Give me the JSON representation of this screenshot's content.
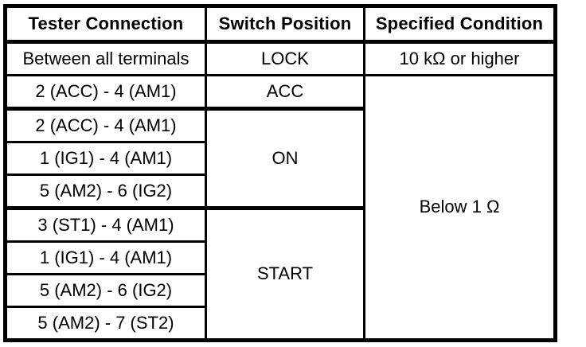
{
  "colors": {
    "background": "#ffffff",
    "text": "#000000",
    "border": "#000000"
  },
  "table": {
    "headers": [
      "Tester Connection",
      "Switch Position",
      "Specified Condition"
    ],
    "rows": [
      {
        "connection": "Between all terminals",
        "position": "LOCK",
        "condition": "10 kΩ or higher"
      },
      {
        "connection": "2 (ACC) - 4 (AM1)",
        "position": "ACC",
        "condition": "Below 1 Ω"
      },
      {
        "connection": "2 (ACC) - 4 (AM1)",
        "position": "ON"
      },
      {
        "connection": "1 (IG1) - 4 (AM1)"
      },
      {
        "connection": "5 (AM2) - 6 (IG2)"
      },
      {
        "connection": "3 (ST1) - 4 (AM1)",
        "position": "START"
      },
      {
        "connection": "1 (IG1) - 4 (AM1)"
      },
      {
        "connection": "5 (AM2) - 6 (IG2)"
      },
      {
        "connection": "5 (AM2) - 7 (ST2)"
      }
    ]
  }
}
